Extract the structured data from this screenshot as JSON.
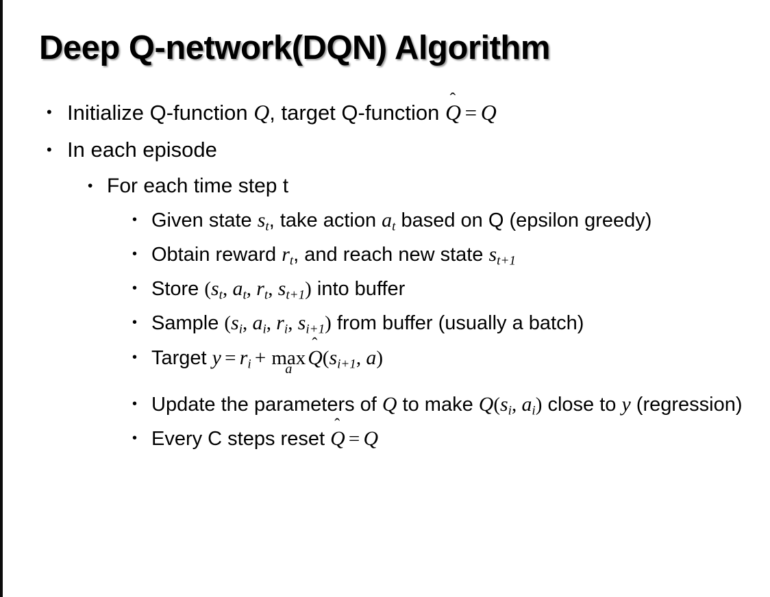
{
  "slide": {
    "title": "Deep Q-network(DQN) Algorithm",
    "background_color": "#ffffff",
    "text_color": "#000000",
    "edge_bar_color": "#0b0b0b",
    "bullet_glyph": "•"
  },
  "content": {
    "initialize": {
      "text_1": "Initialize Q-function ",
      "var_Q": "Q",
      "text_2": ", target Q-function ",
      "var_Qhat": "Q",
      "hat_mark": "̂",
      "equals": "=",
      "var_Q2": "Q"
    },
    "episode": {
      "label": "In each episode"
    },
    "timestep": {
      "label": "For each time step t"
    },
    "given_state": {
      "text_1": "Given state ",
      "var_s": "s",
      "sub_t": "t",
      "text_2": ", take action ",
      "var_a": "a",
      "sub_t2": "t",
      "text_3": " based on Q (epsilon greedy)"
    },
    "obtain_reward": {
      "text_1": "Obtain reward ",
      "var_r": "r",
      "sub_t": "t",
      "text_2": ", and reach new state ",
      "var_s": "s",
      "sub_t1": "t+1"
    },
    "store": {
      "text_1": "Store ",
      "paren_open": "(",
      "var_s": "s",
      "sub_s": "t",
      "comma_1": ", ",
      "var_a": "a",
      "sub_a": "t",
      "comma_2": ", ",
      "var_r": "r",
      "sub_r": "t",
      "comma_3": ", ",
      "var_s2": "s",
      "sub_s2": "t+1",
      "paren_close": ")",
      "text_2": " into buffer"
    },
    "sample": {
      "text_1": "Sample ",
      "paren_open": "(",
      "var_s": "s",
      "sub_s": "i",
      "comma_1": ", ",
      "var_a": "a",
      "sub_a": "i",
      "comma_2": ", ",
      "var_r": "r",
      "sub_r": "i",
      "comma_3": ", ",
      "var_s2": "s",
      "sub_s2": "i+1",
      "paren_close": ")",
      "text_2": " from buffer (usually a batch)"
    },
    "target": {
      "text_1": "Target ",
      "var_y": "y",
      "equals": "=",
      "var_r": "r",
      "sub_r": "i",
      "plus": "+",
      "op_max": "max",
      "op_under": "a",
      "var_Qhat": "Q",
      "hat_mark": "̂",
      "paren_open": "(",
      "var_s": "s",
      "sub_s": "i+1",
      "comma": ", ",
      "var_a": "a",
      "paren_close": ")"
    },
    "update": {
      "text_1": "Update the parameters of ",
      "var_Q": "Q",
      "text_2": " to make ",
      "var_Q2": "Q",
      "paren_open": "(",
      "var_s": "s",
      "sub_s": "i",
      "comma": ", ",
      "var_a": "a",
      "sub_a": "i",
      "paren_close": ")",
      "text_3": " close to ",
      "var_y": "y",
      "text_4": " (regression)"
    },
    "reset": {
      "text_1": "Every C steps reset ",
      "var_Qhat": "Q",
      "hat_mark": "̂",
      "equals": "=",
      "var_Q": "Q"
    }
  }
}
